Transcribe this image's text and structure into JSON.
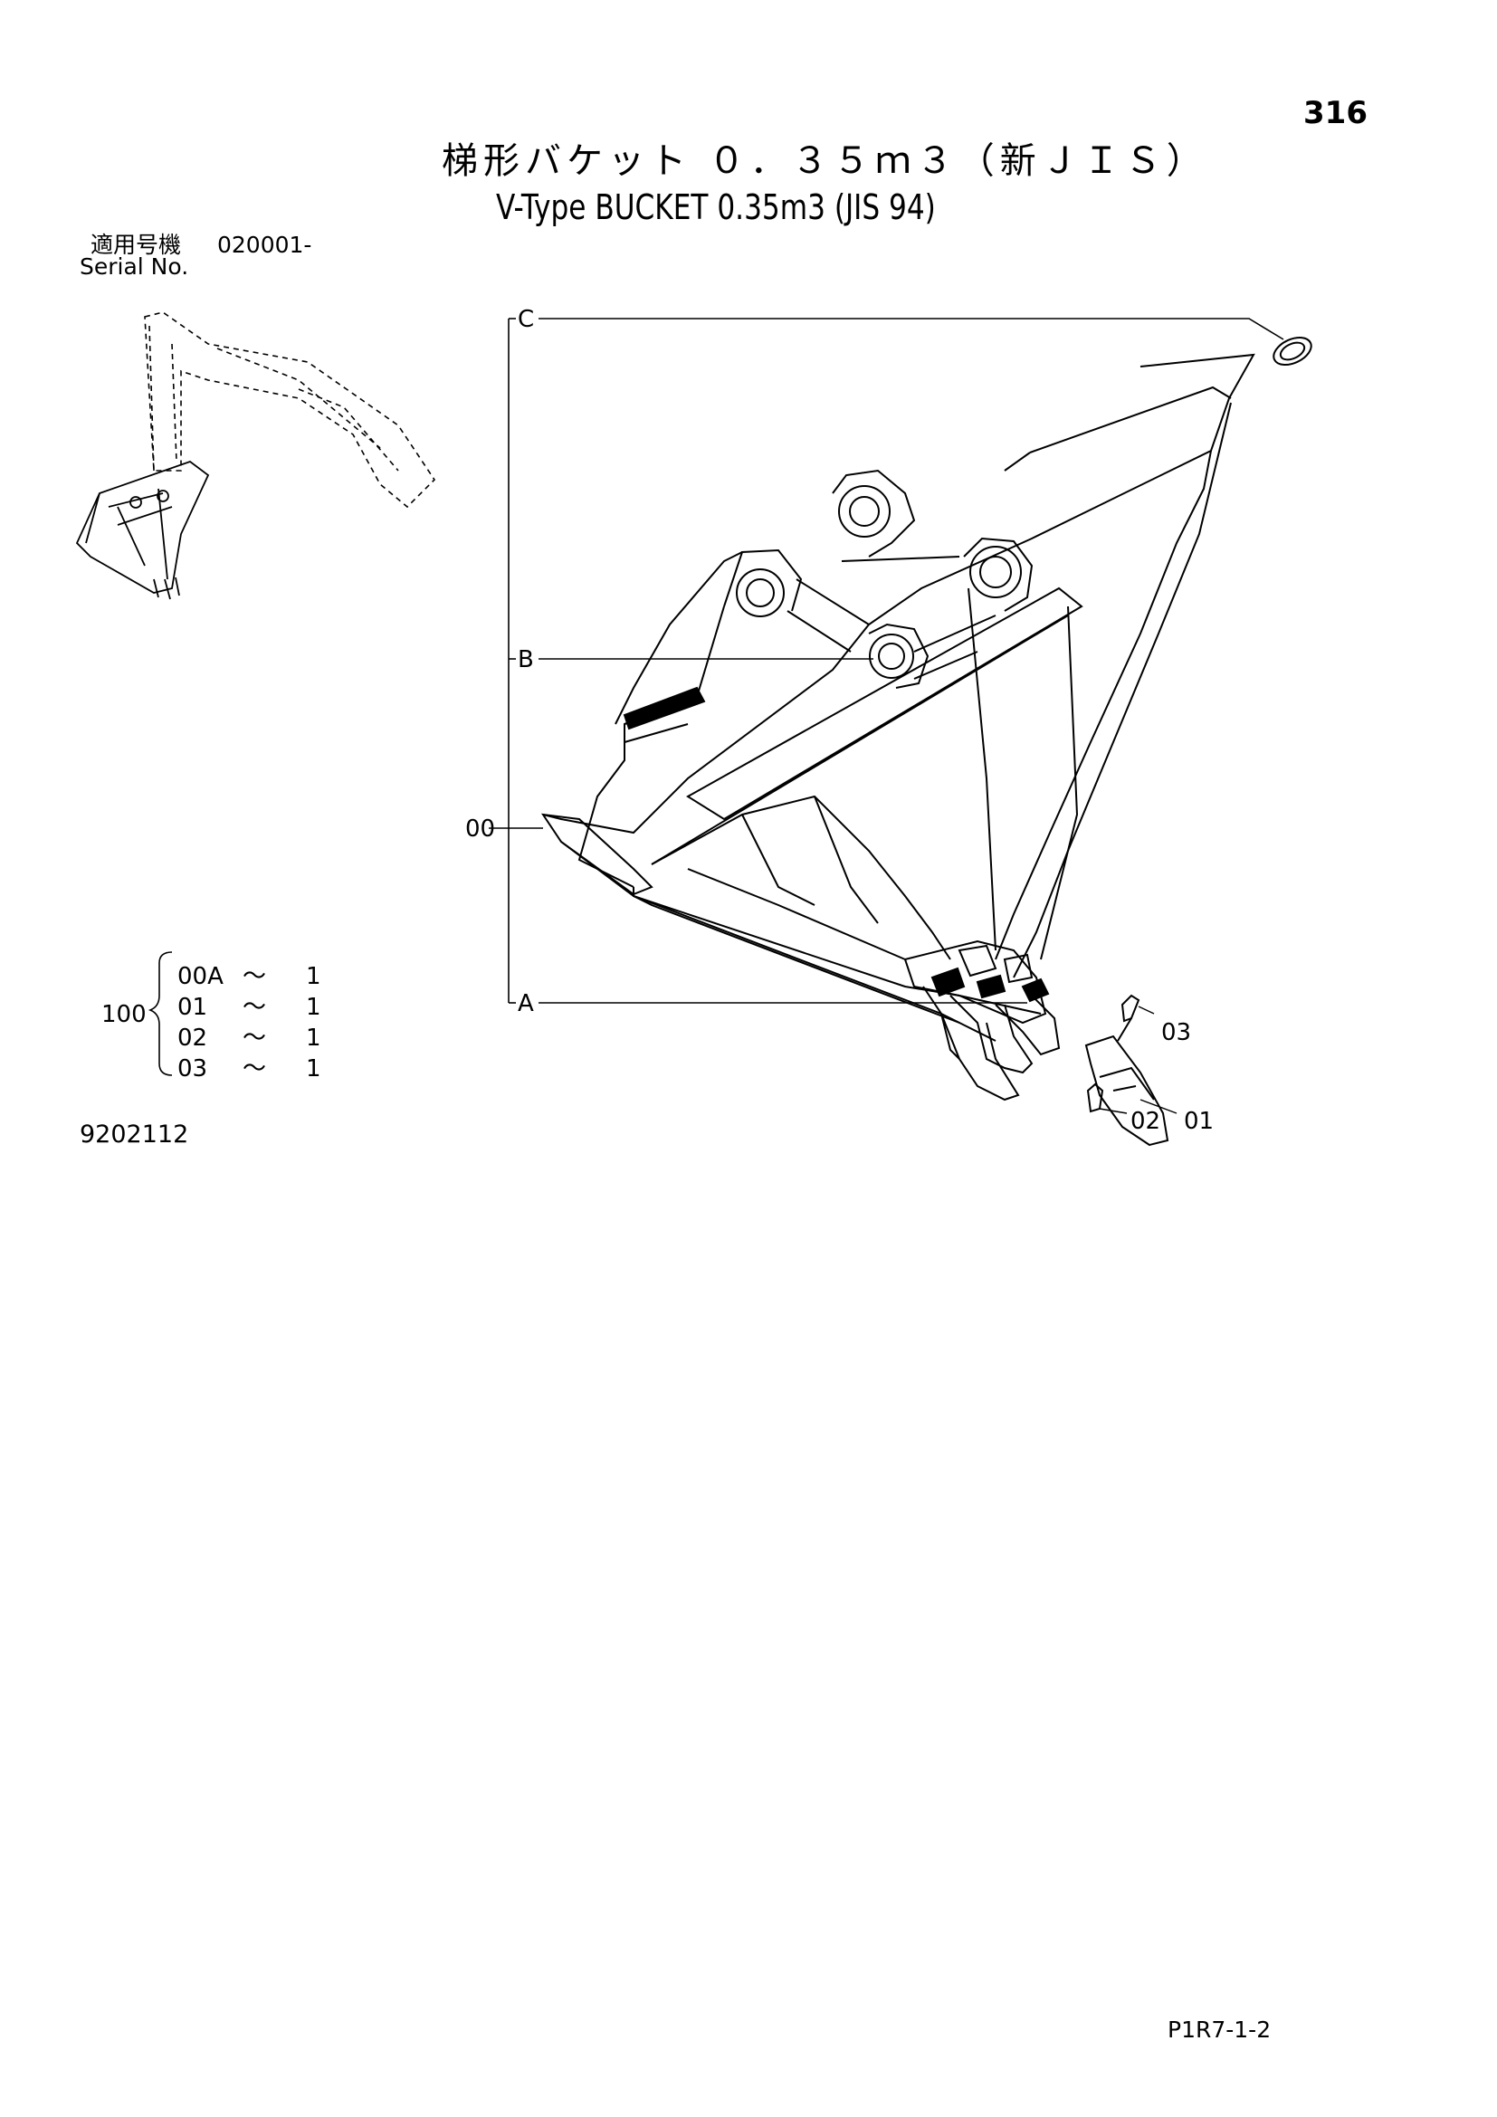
{
  "page": {
    "number": "316",
    "title_ja": "梯形バケット ０．３５ｍ３（新ＪＩＳ）",
    "title_en": "V-Type BUCKET 0.35m3 (JIS 94)",
    "serial_label_ja": "適用号機",
    "serial_value": "020001-",
    "serial_label_en": "Serial No.",
    "drawing_id": "9202112",
    "footer_code": "P1R7-1-2"
  },
  "kit": {
    "assembly_number": "100",
    "items": [
      {
        "code": "00A",
        "sep": "～",
        "qty": "1"
      },
      {
        "code": "01",
        "sep": "～",
        "qty": "1"
      },
      {
        "code": "02",
        "sep": "～",
        "qty": "1"
      },
      {
        "code": "03",
        "sep": "～",
        "qty": "1"
      }
    ]
  },
  "callouts": {
    "C": "C",
    "B": "B",
    "part_00": "00",
    "A": "A",
    "part_03": "03",
    "part_02": "02",
    "part_01": "01"
  }
}
